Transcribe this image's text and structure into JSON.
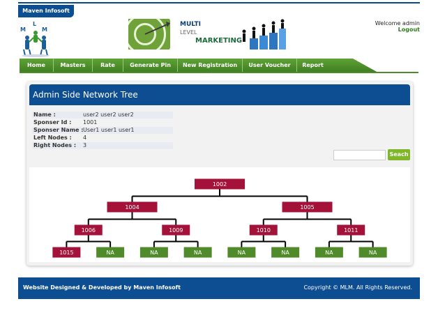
{
  "brand": {
    "name": "Maven Infosoft"
  },
  "logo": {
    "letters": [
      "L",
      "M",
      "M"
    ]
  },
  "banner": {
    "line1": "MULTI",
    "line2": "LEVEL",
    "line3": "MARKETING"
  },
  "user": {
    "welcome": "Welcome admin",
    "logout": "Logout"
  },
  "nav": [
    {
      "label": "Home"
    },
    {
      "label": "Masters"
    },
    {
      "label": "Rate"
    },
    {
      "label": "Generate Pin"
    },
    {
      "label": "New Registration"
    },
    {
      "label": "User Voucher"
    },
    {
      "label": "Report"
    }
  ],
  "panel": {
    "title": "Admin Side Network Tree"
  },
  "info": [
    {
      "label": "Name :",
      "value": "user2 user2 user2"
    },
    {
      "label": "Sponser Id :",
      "value": "1001"
    },
    {
      "label": "Sponser Name :",
      "value": "User1 user1 user1"
    },
    {
      "label": "Left Nodes :",
      "value": "4"
    },
    {
      "label": "Right Nodes :",
      "value": "3"
    }
  ],
  "search": {
    "value": "",
    "placeholder": "",
    "button": "Seach"
  },
  "tree": {
    "levels": [
      [
        {
          "label": "1002",
          "status": "member"
        }
      ],
      [
        {
          "label": "1004",
          "status": "member"
        },
        {
          "label": "1005",
          "status": "member"
        }
      ],
      [
        {
          "label": "1006",
          "status": "member"
        },
        {
          "label": "1009",
          "status": "member"
        },
        {
          "label": "1010",
          "status": "member"
        },
        {
          "label": "1011",
          "status": "member"
        }
      ],
      [
        {
          "label": "1015",
          "status": "member"
        },
        {
          "label": "NA",
          "status": "empty"
        },
        {
          "label": "NA",
          "status": "empty"
        },
        {
          "label": "NA",
          "status": "empty"
        },
        {
          "label": "NA",
          "status": "empty"
        },
        {
          "label": "NA",
          "status": "empty"
        },
        {
          "label": "NA",
          "status": "empty"
        },
        {
          "label": "NA",
          "status": "empty"
        }
      ]
    ],
    "colors": {
      "member": "#a4123a",
      "empty": "#4f8a2b",
      "line": "#000000"
    }
  },
  "footer": {
    "left": "Website Designed & Developed by Maven Infosoft",
    "right": "Copyright © MLM. All Rights Reserved."
  }
}
